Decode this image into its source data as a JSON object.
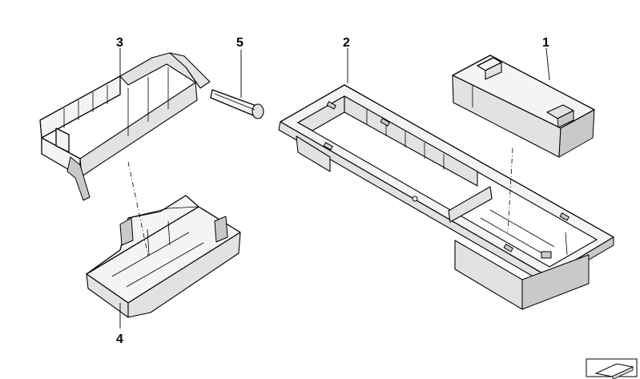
{
  "diagram": {
    "type": "exploded-parts-diagram",
    "callouts": [
      {
        "id": "1",
        "label": "1"
      },
      {
        "id": "2",
        "label": "2"
      },
      {
        "id": "3",
        "label": "3"
      },
      {
        "id": "4",
        "label": "4"
      },
      {
        "id": "5",
        "label": "5"
      }
    ]
  }
}
